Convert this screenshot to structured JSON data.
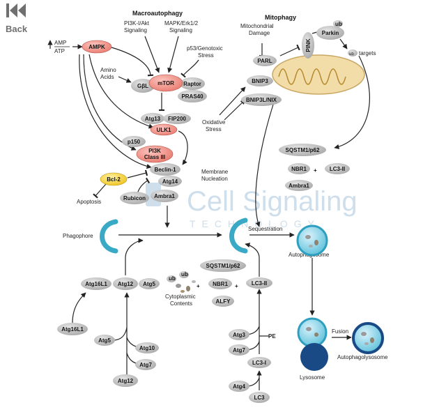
{
  "nav": {
    "back_label": "Back"
  },
  "colors": {
    "gray": "#b8b8b8",
    "pink": "#f08b80",
    "yellow": "#f5d02c",
    "cyan": "#4ab5cf",
    "navy": "#1a4a86",
    "mito": "#f2dca8",
    "watermark": "#c9dbe9"
  },
  "watermark": {
    "title": "Cell Signaling",
    "subtitle": "TECHNOLOGY"
  },
  "headings": {
    "macroautophagy": "Macroautophagy",
    "mitophagy": "Mitophagy"
  },
  "labels": {
    "amp": "AMP",
    "atp": "ATP",
    "pi3k_akt_1": "PI3K-I/Akt",
    "pi3k_akt_2": "Signaling",
    "mapk_1": "MAPK/Erk1/2",
    "mapk_2": "Signaling",
    "p53_1": "p53/Genotoxic",
    "p53_2": "Stress",
    "amino_1": "Amino",
    "amino_2": "Acids",
    "mito_damage_1": "Mitochondrial",
    "mito_damage_2": "Damage",
    "oxidative_1": "Oxidative",
    "oxidative_2": "Stress",
    "membrane_1": "Membrane",
    "membrane_2": "Nucleation",
    "apoptosis": "Apoptosis",
    "phagophore": "Phagophore",
    "sequestration": "Sequestration",
    "autophagosome": "Autophagosome",
    "cytoplasmic_1": "Cytoplasmic",
    "cytoplasmic_2": "Contents",
    "fusion": "Fusion",
    "lysosome": "Lysosome",
    "autophagolysosome": "Autophagolysosome",
    "pe": "PE",
    "ub_targets": "targets",
    "ub": "ub"
  },
  "nodes": {
    "ampk": "AMPK",
    "mtor": "mTOR",
    "gbl": "GβL",
    "raptor": "Raptor",
    "pras40": "PRAS40",
    "atg13": "Atg13",
    "fip200": "FIP200",
    "ulk1": "ULK1",
    "p150": "p150",
    "pi3k_1": "PI3K",
    "pi3k_2": "Class III",
    "bcl2": "Bcl-2",
    "beclin1": "Beclin-1",
    "atg14": "Atg14",
    "rubicon": "Rubicon",
    "ambra1": "Ambra1",
    "parl": "PARL",
    "pink": "PINK",
    "parkin": "Parkin",
    "bnip3": "BNIP3",
    "bnip3l": "BNIP3L/NIX",
    "sqstm1_top": "SQSTM1/p62",
    "nbr1_top": "NBR1",
    "lc3ii_top": "LC3-II",
    "ambra1_right": "Ambra1",
    "atg16l1": "Atg16L1",
    "atg12": "Atg12",
    "atg5": "Atg5",
    "sqstm1_mid": "SQSTM1/p62",
    "nbr1_mid": "NBR1",
    "lc3ii_mid": "LC3-II",
    "alfy": "ALFY",
    "atg16l1_low": "Atg16L1",
    "atg5_low": "Atg5",
    "atg10": "Atg10",
    "atg7_low": "Atg7",
    "atg12_low": "Atg12",
    "atg3": "Atg3",
    "atg7_right": "Atg7",
    "lc3i": "LC3-I",
    "atg4": "Atg4",
    "lc3": "LC3"
  },
  "plus": "+"
}
